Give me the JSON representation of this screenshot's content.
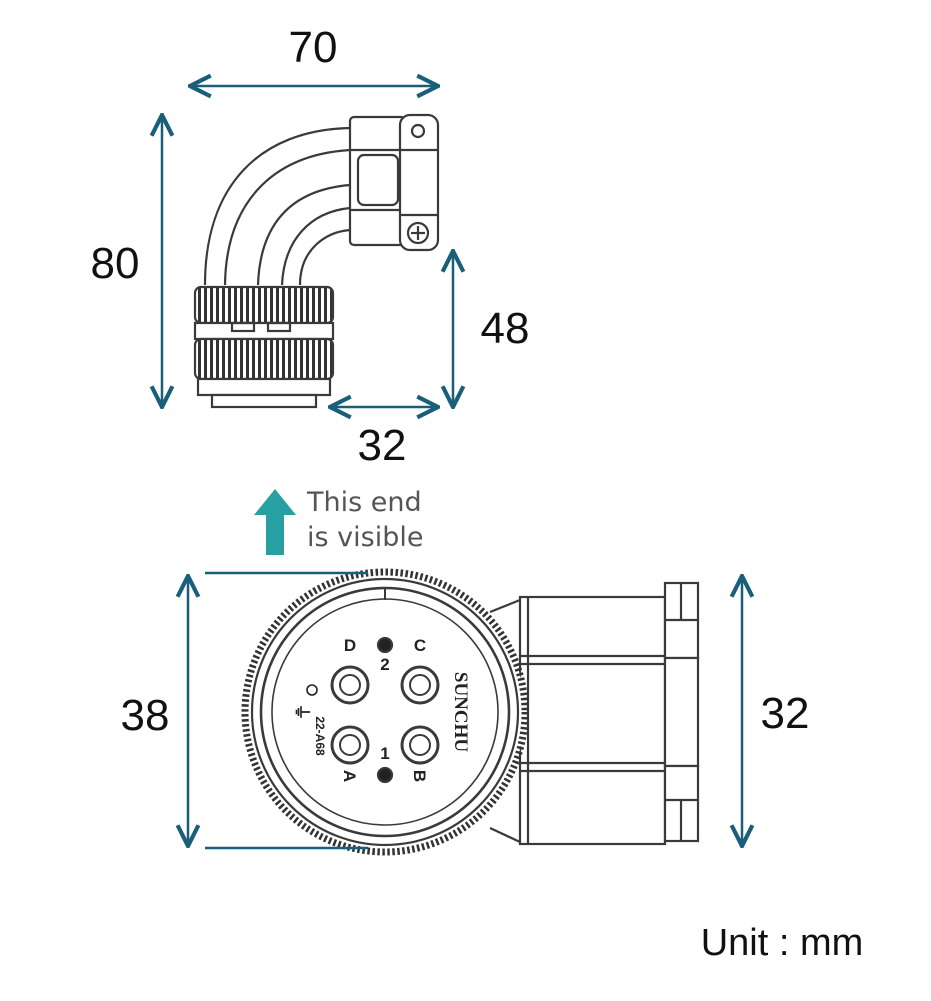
{
  "colors": {
    "dimension": "#1a5f7a",
    "arrow_indicator": "#26a0a0",
    "outline": "#3a3a3a",
    "shade": "#444444"
  },
  "dimensions": {
    "top_width": "70",
    "top_height": "80",
    "top_body_height": "48",
    "top_base_width": "32",
    "bottom_diameter": "38",
    "bottom_height": "32"
  },
  "note": {
    "line1": "This end",
    "line2": "is visible"
  },
  "connector_face": {
    "pins": [
      "A",
      "B",
      "C",
      "D"
    ],
    "brand": "SUNCHU",
    "model": "22-A68",
    "ground_mark": "⏚",
    "key_numbers": [
      "1",
      "2"
    ]
  },
  "unit_label": "Unit : mm"
}
